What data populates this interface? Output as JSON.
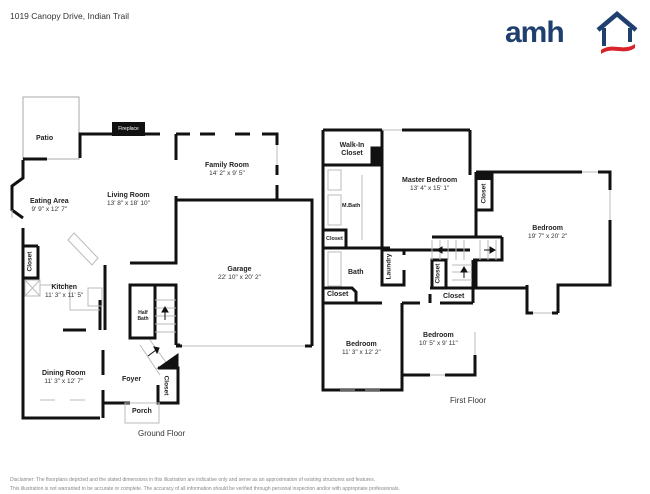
{
  "header": {
    "address": "1019 Canopy Drive, Indian Trail",
    "logo_text": "amh",
    "logo_colors": {
      "primary": "#1f3f6e",
      "accent": "#d8232a"
    }
  },
  "ground_floor": {
    "label": "Ground Floor",
    "rooms": {
      "patio": {
        "name": "Patio"
      },
      "fireplace": {
        "name": "Fireplace"
      },
      "family_room": {
        "name": "Family Room",
        "dim": "14' 2\" x 9' 5\""
      },
      "living_room": {
        "name": "Living Room",
        "dim": "13' 8\" x 18' 10\""
      },
      "eating_area": {
        "name": "Eating Area",
        "dim": "9' 9\" x 12' 7\""
      },
      "garage": {
        "name": "Garage",
        "dim": "22' 10\" x 20' 2\""
      },
      "closet": {
        "name": "Closet"
      },
      "kitchen": {
        "name": "Kitchen",
        "dim": "11' 3\" x 11' 5\""
      },
      "half_bath": {
        "name": "Half Bath"
      },
      "dining_room": {
        "name": "Dining Room",
        "dim": "11' 3\" x 12' 7\""
      },
      "foyer": {
        "name": "Foyer"
      },
      "foyer_closet": {
        "name": "Closet"
      },
      "porch": {
        "name": "Porch"
      }
    }
  },
  "first_floor": {
    "label": "First Floor",
    "rooms": {
      "walk_in_closet": {
        "name": "Walk-In Closet"
      },
      "master_bedroom": {
        "name": "Master Bedroom",
        "dim": "13' 4\" x 15' 1\""
      },
      "m_bath": {
        "name": "M.Bath"
      },
      "closet_a": {
        "name": "Closet"
      },
      "bath": {
        "name": "Bath"
      },
      "laundry": {
        "name": "Laundry"
      },
      "closet_b": {
        "name": "Closet"
      },
      "closet_c": {
        "name": "Closet"
      },
      "closet_d": {
        "name": "Closet"
      },
      "closet_e": {
        "name": "Closet"
      },
      "bedroom_large": {
        "name": "Bedroom",
        "dim": "19' 7\" x 20' 2\""
      },
      "bedroom_left": {
        "name": "Bedroom",
        "dim": "11' 3\" x 12' 2\""
      },
      "bedroom_mid": {
        "name": "Bedroom",
        "dim": "10' 5\" x 9' 11\""
      }
    }
  },
  "footer": {
    "disclaimer_line1": "Disclaimer: The floorplans depicted and the stated dimensions in this illustration are indicative only and serve as an approximation of existing structures and features.",
    "disclaimer_line2": "This illustration is not warranted to be accurate or complete. The accuracy of all information should be verified through personal inspection and/or with appropriate professionals."
  }
}
